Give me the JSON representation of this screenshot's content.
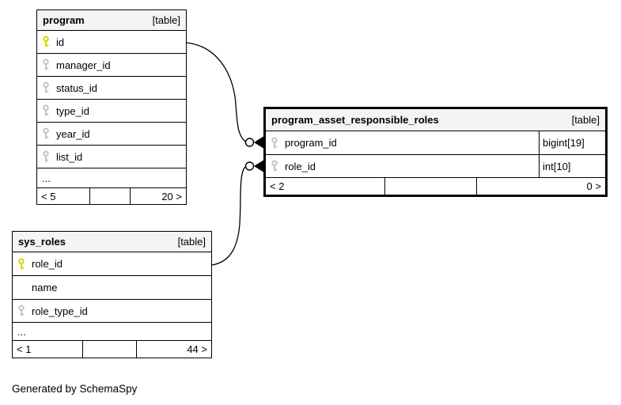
{
  "page": {
    "generated_by": "Generated by SchemaSpy"
  },
  "colors": {
    "header_bg": "#f4f4f4",
    "table_border": "#000000",
    "emphasized_table_border": "#000000",
    "primary_key_icon": "#d6d600",
    "foreign_key_icon": "#c4c4c4",
    "background": "#ffffff"
  },
  "icons": {
    "primary_key": "key-icon-yellow",
    "foreign_key": "key-icon-gray"
  },
  "tables": [
    {
      "name": "program",
      "tag": "[table]",
      "columns": [
        {
          "name": "id",
          "key": "primary"
        },
        {
          "name": "manager_id",
          "key": "foreign"
        },
        {
          "name": "status_id",
          "key": "foreign"
        },
        {
          "name": "type_id",
          "key": "foreign"
        },
        {
          "name": "year_id",
          "key": "foreign"
        },
        {
          "name": "list_id",
          "key": "foreign"
        }
      ],
      "ellipsis": "...",
      "footer": {
        "left": "< 5",
        "middle": "",
        "right": "20 >"
      }
    },
    {
      "name": "program_asset_responsible_roles",
      "tag": "[table]",
      "columns": [
        {
          "name": "program_id",
          "key": "foreign",
          "type": "bigint[19]"
        },
        {
          "name": "role_id",
          "key": "foreign",
          "type": "int[10]"
        }
      ],
      "footer": {
        "left": "< 2",
        "middle": "",
        "right": "0 >"
      }
    },
    {
      "name": "sys_roles",
      "tag": "[table]",
      "columns": [
        {
          "name": "role_id",
          "key": "primary"
        },
        {
          "name": "name",
          "key": "none"
        },
        {
          "name": "role_type_id",
          "key": "foreign"
        }
      ],
      "ellipsis": "...",
      "footer": {
        "left": "< 1",
        "middle": "",
        "right": "44 >"
      }
    }
  ],
  "relationships": [
    {
      "from": "program.id",
      "to": "program_asset_responsible_roles.program_id"
    },
    {
      "from": "sys_roles.role_id",
      "to": "program_asset_responsible_roles.role_id"
    }
  ]
}
